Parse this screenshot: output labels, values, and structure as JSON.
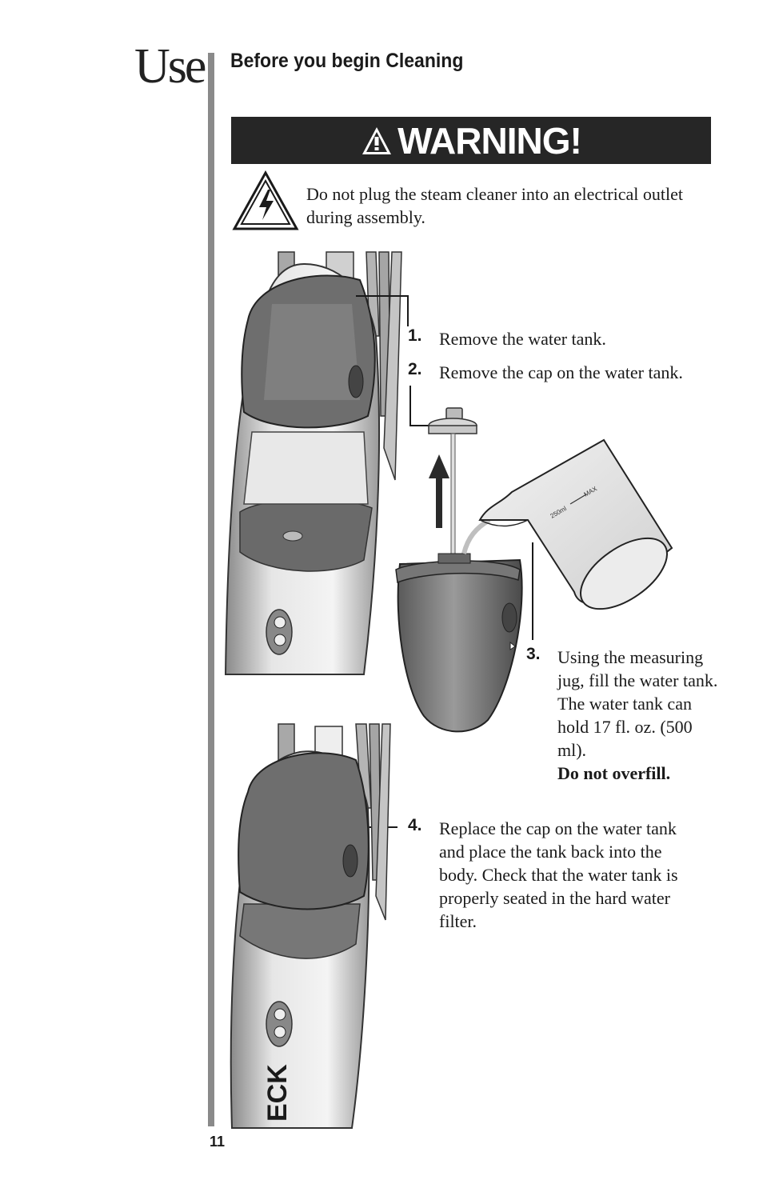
{
  "header": {
    "section": "Use",
    "subheading": "Before you begin Cleaning"
  },
  "warning": {
    "title": "WARNING!",
    "text": "Do not plug the steam cleaner into an electrical outlet during assembly."
  },
  "steps": [
    {
      "num": "1.",
      "text": "Remove the water tank."
    },
    {
      "num": "2.",
      "text": "Remove the cap on the water tank."
    },
    {
      "num": "3.",
      "text": "Using the measuring jug, fill the water tank. The water tank can hold 17 fl. oz. (500 ml).",
      "emphasis": "Do not overfill."
    },
    {
      "num": "4.",
      "text": "Replace the cap on the water tank and place the tank back into the body. Check that the water tank is properly seated in the hard water filter."
    }
  ],
  "jug_label": {
    "min": "250ml",
    "max": "MAX"
  },
  "brand_fragment": "ECK",
  "page_number": "11"
}
